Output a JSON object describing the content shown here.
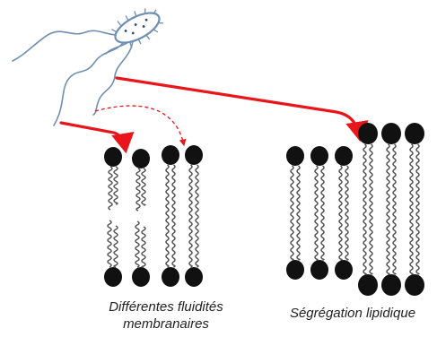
{
  "captions": {
    "membrane_fluidity_line1": "Différentes fluidités",
    "membrane_fluidity_line2": "membranaires",
    "lipid_segregation": "Ségrégation lipidique"
  },
  "colors": {
    "arrow": "#e8161b",
    "bacterium_outline": "#6f8fb0",
    "bacterium_fill": "#ffffff",
    "flagella": "#6f8fb0",
    "lipid_head": "#111111",
    "lipid_tail": "#555555"
  },
  "icons": {
    "bacterium": "bacterium-icon",
    "arrow_solid": "red-arrow",
    "arrow_dashed": "red-dashed-arrow"
  }
}
